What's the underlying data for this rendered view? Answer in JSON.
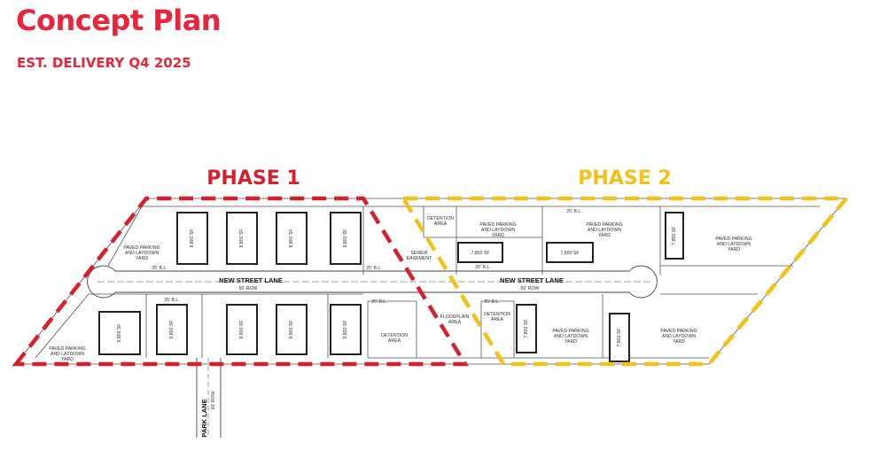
{
  "header": {
    "title": "Concept Plan",
    "subtitle": "EST. DELIVERY Q4 2025"
  },
  "colors": {
    "brand_red": "#e8253a",
    "phase1": "#d6202e",
    "phase2": "#f2c21a",
    "linework": "#555555"
  },
  "phases": {
    "phase1": "PHASE 1",
    "phase2": "PHASE 2"
  },
  "roads": {
    "new_street_left": "NEW STREET LANE",
    "new_street_right": "NEW STREET LANE",
    "row_left": "50' ROW",
    "row_right": "50' ROW",
    "park_lane": "PARK LANE",
    "park_row": "60' ROW"
  },
  "setbacks": {
    "bl": "25' B.L."
  },
  "buildings": {
    "a1": "9,800 SF",
    "a2": "9,800 SF",
    "a3": "9,800 SF",
    "a4": "9,800 SF",
    "b1": "9,800 SF",
    "b2": "9,800 SF",
    "b3": "9,800 SF",
    "b4": "9,800 SF",
    "b5": "9,800 SF",
    "c1": "7,800 SF",
    "c2": "7,800 SF",
    "c3": "7,800 SF",
    "d1": "7,800 SF",
    "d2": "7,800 SF"
  },
  "areas": {
    "paved_1": [
      "PAVED PARKING",
      "AND LAYDOWN",
      "YARD"
    ],
    "paved_2": [
      "PAVED PARKING",
      "AND LAYDOWN",
      "YARD"
    ],
    "paved_3": [
      "PAVED PARKING",
      "AND LAYDOWN",
      "YARD"
    ],
    "paved_4": [
      "PAVED PARKING",
      "AND LAYDOWN",
      "YARD"
    ],
    "paved_5": [
      "PAVED PARKING",
      "AND LAYDOWN",
      "YARD"
    ],
    "paved_6": [
      "PAVED PARKING",
      "AND LAYDOWN",
      "YARD"
    ],
    "paved_7": [
      "PAVED PARKING",
      "AND LAYDOWN",
      "YARD"
    ],
    "detention_top": [
      "DETENTION",
      "AREA"
    ],
    "detention_bottom": [
      "DETENTION",
      "AREA"
    ],
    "detention_small": [
      "DETENTION",
      "AREA"
    ],
    "sewer": [
      "SEWER",
      "EASEMENT"
    ],
    "floodplain": [
      "FLOODPLAIN",
      "AREA"
    ]
  }
}
